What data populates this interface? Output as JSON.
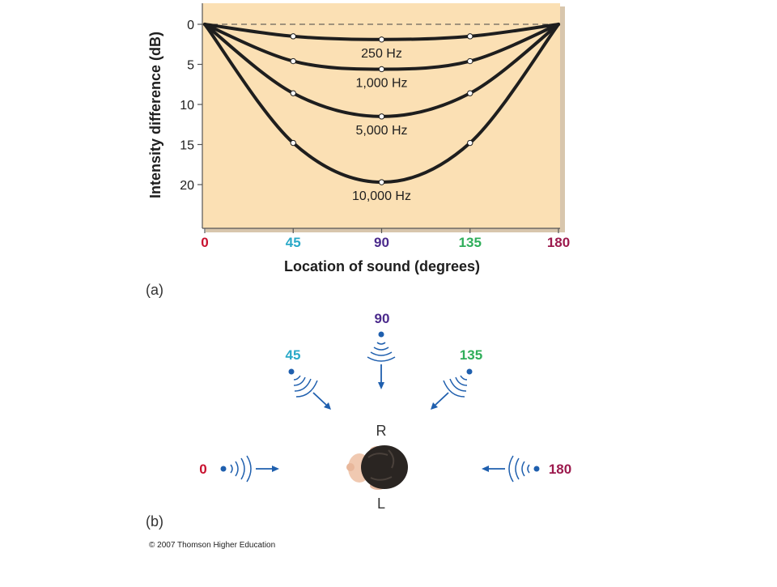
{
  "chart_data": {
    "type": "line",
    "title": "",
    "xlabel": "Location of sound (degrees)",
    "ylabel": "Intensity difference (dB)",
    "xlim": [
      0,
      180
    ],
    "ylim": [
      0,
      25
    ],
    "y_inverted": true,
    "grid": false,
    "legend": "inline-labels",
    "x_ticks": [
      0,
      45,
      90,
      135,
      180
    ],
    "y_ticks": [
      0,
      5,
      10,
      15,
      20
    ],
    "reference_line": {
      "y": 0,
      "style": "dashed"
    },
    "x_tick_colors": [
      "#c8102e",
      "#2aa9c8",
      "#4b2a8c",
      "#2fae5a",
      "#9c1a4d"
    ],
    "series": [
      {
        "name": "250 Hz",
        "x": [
          0,
          45,
          90,
          135,
          180
        ],
        "y": [
          0,
          1.5,
          1.9,
          1.5,
          0
        ]
      },
      {
        "name": "1,000 Hz",
        "x": [
          0,
          45,
          90,
          135,
          180
        ],
        "y": [
          0,
          4.6,
          5.6,
          4.6,
          0
        ]
      },
      {
        "name": "5,000 Hz",
        "x": [
          0,
          45,
          90,
          135,
          180
        ],
        "y": [
          0,
          8.6,
          11.5,
          8.6,
          0
        ]
      },
      {
        "name": "10,000 Hz",
        "x": [
          0,
          45,
          90,
          135,
          180
        ],
        "y": [
          0,
          14.8,
          19.7,
          14.8,
          0
        ]
      }
    ]
  },
  "panel_a_label": "(a)",
  "panel_b_label": "(b)",
  "copyright": "© 2007 Thomson Higher Education",
  "diagram": {
    "right_label": "R",
    "left_label": "L",
    "sources": [
      {
        "label": "0",
        "color": "#c8102e"
      },
      {
        "label": "45",
        "color": "#2aa9c8"
      },
      {
        "label": "90",
        "color": "#4b2a8c"
      },
      {
        "label": "135",
        "color": "#2fae5a"
      },
      {
        "label": "180",
        "color": "#9c1a4d"
      }
    ],
    "wave_color": "#1f5fae"
  },
  "colors": {
    "plot_bg": "#fbe0b4",
    "curve": "#1e1e1e",
    "axis_text": "#1e1e1e"
  }
}
